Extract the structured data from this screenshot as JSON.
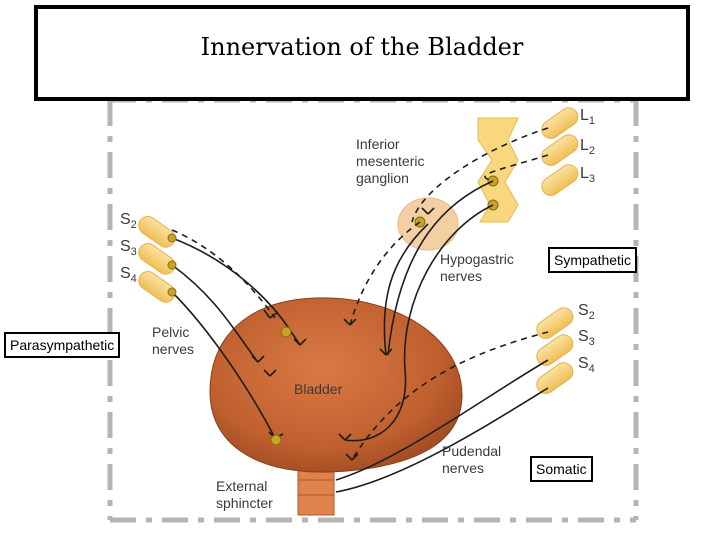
{
  "title": "Innervation of the Bladder",
  "labels": {
    "inferior_mesenteric_ganglion": [
      "Inferior",
      "mesenteric",
      "ganglion"
    ],
    "hypogastric_nerves": [
      "Hypogastric",
      "nerves"
    ],
    "pelvic_nerves": [
      "Pelvic",
      "nerves"
    ],
    "bladder": "Bladder",
    "pudendal_nerves": [
      "Pudendal",
      "nerves"
    ],
    "external_sphincter": [
      "External",
      "sphincter"
    ]
  },
  "spinal_segments": {
    "lumbar": [
      {
        "letter": "L",
        "num": "1"
      },
      {
        "letter": "L",
        "num": "2"
      },
      {
        "letter": "L",
        "num": "3"
      }
    ],
    "sacral_left": [
      {
        "letter": "S",
        "num": "2"
      },
      {
        "letter": "S",
        "num": "3"
      },
      {
        "letter": "S",
        "num": "4"
      }
    ],
    "sacral_right": [
      {
        "letter": "S",
        "num": "2"
      },
      {
        "letter": "S",
        "num": "3"
      },
      {
        "letter": "S",
        "num": "4"
      }
    ]
  },
  "tags": {
    "sympathetic": "Sympathetic",
    "parasympathetic": "Parasympathetic",
    "somatic": "Somatic"
  },
  "colors": {
    "bladder": "#c0602f",
    "nerve_root": "#f6cf74",
    "ganglion_dot": "#c9a227",
    "ganglion_halo": "#f3cfa3",
    "frame": "#b5b5b5"
  }
}
